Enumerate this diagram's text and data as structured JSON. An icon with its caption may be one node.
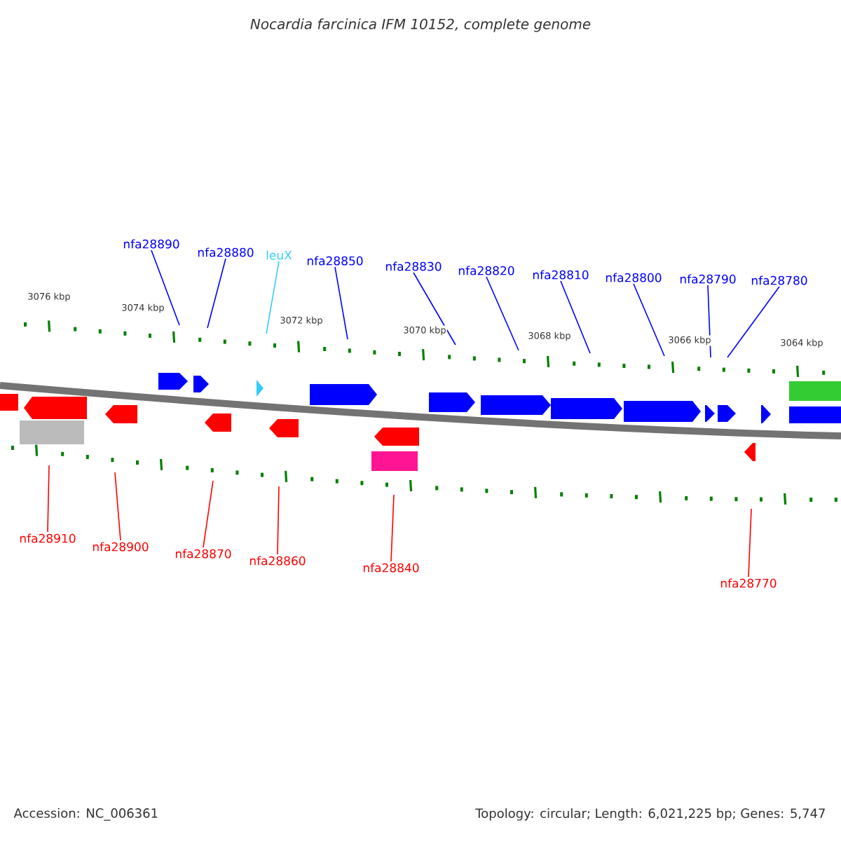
{
  "diagram": {
    "title": "Nocardia farcinica IFM 10152, complete genome",
    "nodes": [
      {
        "text": [
          "nfa28890"
        ]
      },
      {
        "text": [
          "nfa28880"
        ]
      },
      {
        "text": [
          "leuX"
        ]
      },
      {
        "text": [
          "nfa28850"
        ]
      },
      {
        "text": [
          "nfa28830"
        ]
      },
      {
        "text": [
          "nfa28820"
        ]
      },
      {
        "text": [
          "nfa28810"
        ]
      },
      {
        "text": [
          "nfa28800"
        ]
      },
      {
        "text": [
          "nfa28790"
        ]
      },
      {
        "text": [
          "nfa28780"
        ]
      },
      {
        "text": [
          "nfa28910"
        ]
      },
      {
        "text": [
          "nfa28900"
        ]
      },
      {
        "text": [
          "nfa28870"
        ]
      },
      {
        "text": [
          "nfa28860"
        ]
      },
      {
        "text": [
          "nfa28840"
        ]
      },
      {
        "text": [
          "nfa28770"
        ]
      }
    ],
    "edges": [
      {
        "from": 0,
        "to": null,
        "arrow": "none"
      },
      {
        "from": 1,
        "to": null,
        "arrow": "none"
      },
      {
        "from": 2,
        "to": null,
        "arrow": "none",
        "color": "#33ccff"
      },
      {
        "from": 3,
        "to": null,
        "arrow": "none"
      },
      {
        "from": 4,
        "to": null,
        "arrow": "none"
      },
      {
        "from": 5,
        "to": null,
        "arrow": "none"
      },
      {
        "from": 6,
        "to": null,
        "arrow": "none"
      },
      {
        "from": 7,
        "to": null,
        "arrow": "none"
      },
      {
        "from": 8,
        "to": null,
        "arrow": "none"
      },
      {
        "from": 9,
        "to": null,
        "arrow": "none"
      },
      {
        "from": 10,
        "to": null,
        "arrow": "none",
        "color": "#ff0000"
      },
      {
        "from": 11,
        "to": null,
        "arrow": "none",
        "color": "#ff0000"
      },
      {
        "from": 12,
        "to": null,
        "arrow": "none",
        "color": "#ff0000"
      },
      {
        "from": 13,
        "to": null,
        "arrow": "none",
        "color": "#ff0000"
      },
      {
        "from": 14,
        "to": null,
        "arrow": "none",
        "color": "#ff0000"
      },
      {
        "from": 15,
        "to": null,
        "arrow": "none",
        "color": "#ff0000"
      }
    ],
    "labels": [
      "3076 kbp",
      "3074 kbp",
      "3072 kbp",
      "3070 kbp",
      "3068 kbp",
      "3066 kbp",
      "3064 kbp",
      "Accession: NC_006361",
      "Topology: circular; Length: 6,021,225 bp; Genes: 5,747"
    ]
  }
}
